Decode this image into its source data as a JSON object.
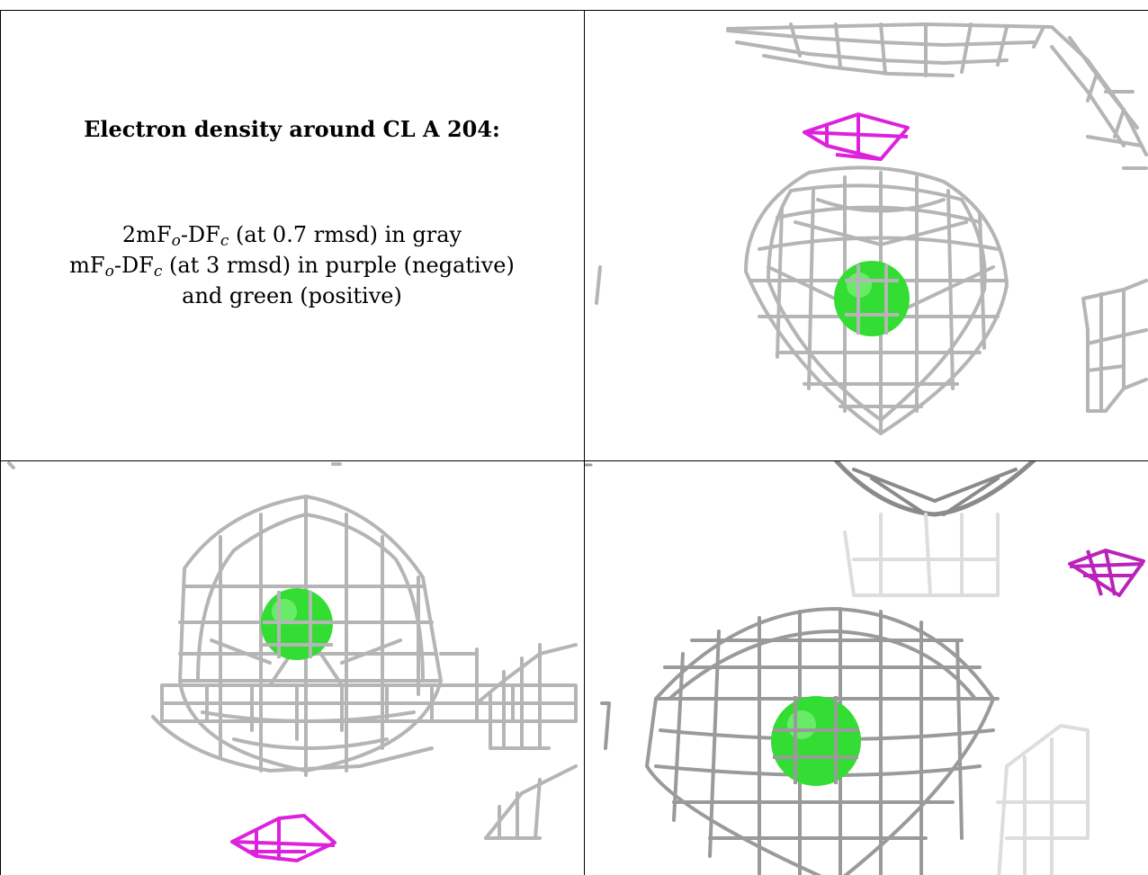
{
  "caption": {
    "title": "Electron density around CL A 204:",
    "line1": {
      "a": "2mF",
      "b": "o",
      "c": "-DF",
      "d": "c",
      "e": " (at 0.7 rmsd) in gray"
    },
    "line2": {
      "a": "mF",
      "b": "o",
      "c": "-DF",
      "d": "c",
      "e": " (at 3 rmsd) in purple (negative)"
    },
    "line3": "and green (positive)"
  },
  "colors": {
    "mesh_2fofc": "#b8b8b8",
    "mesh_fofc_negative": "#dd22dd",
    "sphere_positive": "#33dd33",
    "border": "#000000"
  }
}
